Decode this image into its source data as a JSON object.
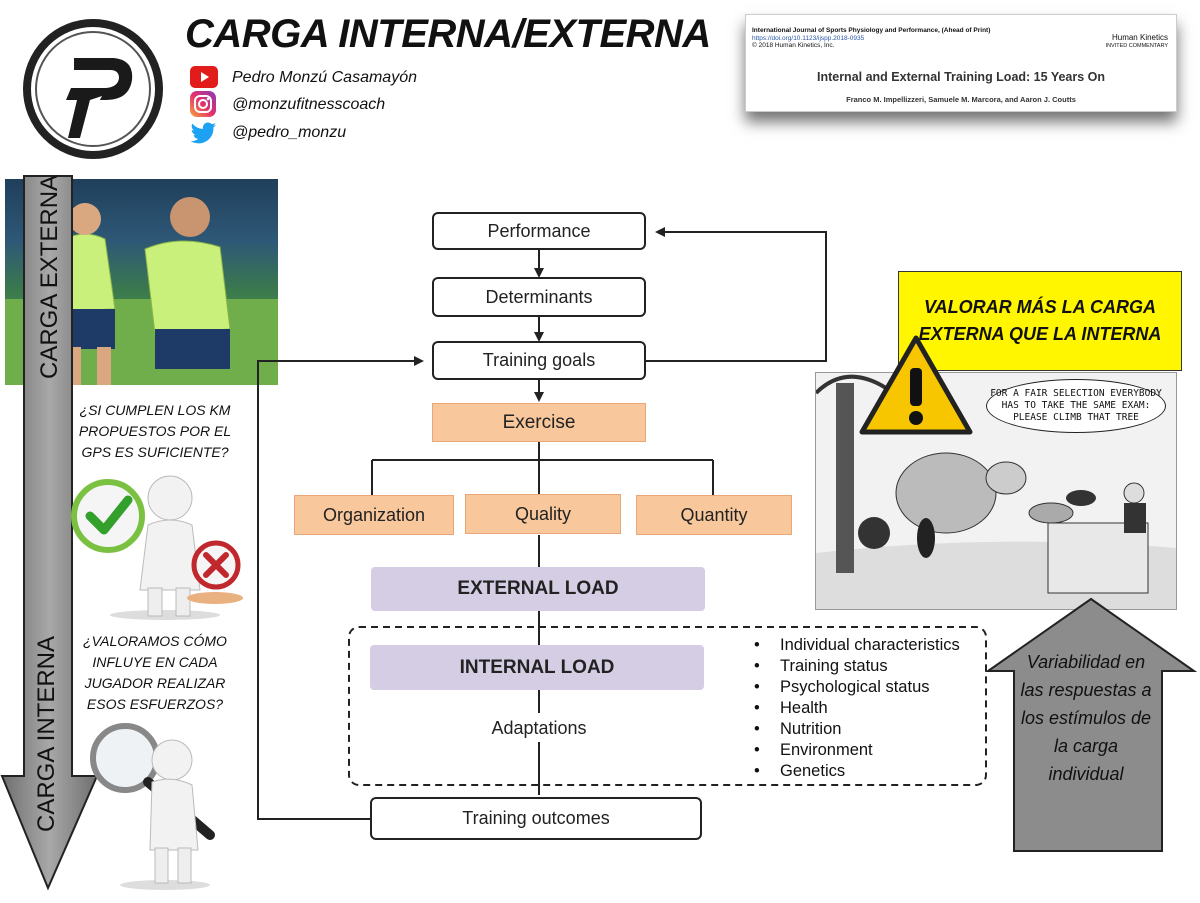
{
  "header": {
    "title": "CARGA INTERNA/EXTERNA",
    "author": "Pedro Monzú Casamayón",
    "instagram": "@monzufitnesscoach",
    "twitter": "@pedro_monzu"
  },
  "paper": {
    "journal": "International Journal of Sports Physiology and Performance, (Ahead of Print)",
    "doi": "https://doi.org/10.1123/ijspp.2018-0935",
    "copyright": "© 2018 Human Kinetics, Inc.",
    "publisher": "Human Kinetics",
    "type": "INVITED COMMENTARY",
    "title": "Internal and External Training Load: 15 Years On",
    "authors": "Franco M. Impellizzeri, Samuele M. Marcora, and Aaron J. Coutts"
  },
  "left": {
    "external_label": "CARGA EXTERNA",
    "internal_label": "CARGA INTERNA",
    "question1": "¿SI CUMPLEN LOS KM PROPUESTOS POR EL GPS ES SUFICIENTE?",
    "question2": "¿VALORAMOS CÓMO INFLUYE EN CADA JUGADOR REALIZAR ESOS ESFUERZOS?"
  },
  "diagram": {
    "performance": "Performance",
    "determinants": "Determinants",
    "training_goals": "Training goals",
    "exercise": "Exercise",
    "organization": "Organization",
    "quality": "Quality",
    "quantity": "Quantity",
    "external_load": "EXTERNAL LOAD",
    "internal_load": "INTERNAL LOAD",
    "adaptations": "Adaptations",
    "training_outcomes": "Training outcomes",
    "factors": [
      "Individual characteristics",
      "Training status",
      "Psychological status",
      "Health",
      "Nutrition",
      "Environment",
      "Genetics"
    ]
  },
  "right": {
    "warning": "VALORAR MÁS LA CARGA EXTERNA QUE LA INTERNA",
    "cartoon_speech": "FOR A FAIR SELECTION EVERYBODY HAS TO TAKE THE SAME EXAM: PLEASE CLIMB THAT TREE",
    "variability": "Variabilidad en las respuestas a los estímulos de la carga individual"
  },
  "colors": {
    "orange_box": "#f8c79c",
    "purple_box": "#d4cde4",
    "warning_yellow": "#fff600",
    "arrow_grey": "#8c8c8c"
  }
}
